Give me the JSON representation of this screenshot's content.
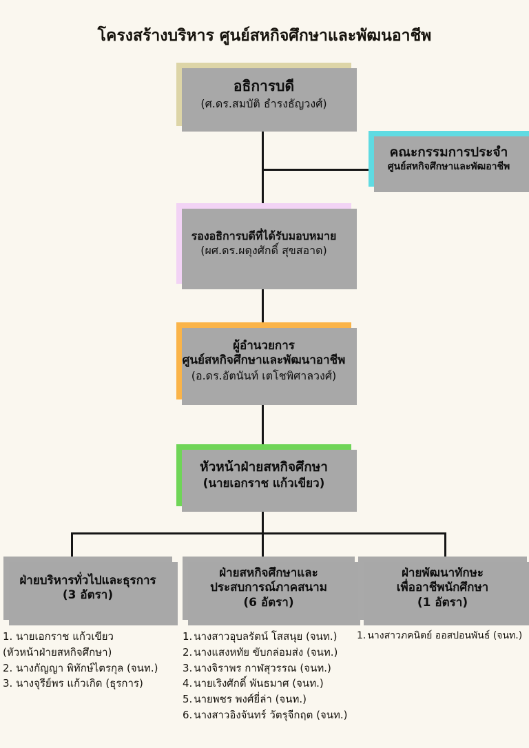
{
  "title": "โครงสร้างบริหาร  ศูนย์สหกิจศึกษาและพัฒนอาชีพ",
  "colors": {
    "background": "#faf7ef",
    "president": "#ddd5a7",
    "committee": "#5fdbe2",
    "vice_president": "#f2d3f5",
    "director": "#fab449",
    "head": "#6fd557",
    "department": "#a9a9a9",
    "shadow": "#a8a8a8",
    "connector": "#151515",
    "text": "#0d0d0d"
  },
  "nodes": {
    "president": {
      "title": "อธิการบดี",
      "person": "(ศ.ดร.สมบัติ  ธำรงธัญวงศ์)"
    },
    "committee": {
      "title": "คณะกรรมการประจำ",
      "subtitle": "ศูนย์สหกิจศึกษาและพัฒอาชีพ"
    },
    "vice_president": {
      "title": "รองอธิการบดีที่ได้รับมอบหมาย",
      "person": "(ผศ.ดร.ผดุงศักดิ์  สุขสอาด)"
    },
    "director": {
      "title": "ผู้อำนวยการ",
      "subtitle": "ศูนย์สหกิจศึกษาและพัฒนาอาชีพ",
      "person": "(อ.ดร.อัตนันท์  เตโชพิศาลวงศ์)"
    },
    "head": {
      "title": "หัวหน้าฝ่ายสหกิจศึกษา",
      "person": "(นายเอกราช  แก้วเขียว)"
    },
    "dept_admin": {
      "title": "ฝ่ายบริหารทั่วไปและธุรการ",
      "headcount": "(3 อัตรา)"
    },
    "dept_coop": {
      "title_line1": "ฝ่ายสหกิจศึกษาและ",
      "title_line2": "ประสบการณ์ภาคสนาม",
      "headcount": "(6 อัตรา)"
    },
    "dept_skill": {
      "title_line1": "ฝ่ายพัฒนาทักษะ",
      "title_line2": "เพื่ออาชีพนักศึกษา",
      "headcount": "(1 อัตรา)"
    }
  },
  "staff": {
    "admin": [
      "1. นายเอกราช  แก้วเขียว",
      "(หัวหน้าฝ่ายสหกิจศึกษา)",
      "2. นางกัญญา  พิทักษ์ไตรกุล (จนท.)",
      "3. นางจุรีย์พร  แก้วเกิด (ธุรการ)"
    ],
    "coop": [
      {
        "num": "1.",
        "name": "นางสาวอุบลรัตน์  โสสนุย (จนท.)"
      },
      {
        "num": "2.",
        "name": "นางแสงหทัย  ขับกล่อมส่ง (จนท.)"
      },
      {
        "num": "3.",
        "name": "นางจิราพร  กาฬสุวรรณ (จนท.)"
      },
      {
        "num": "4.",
        "name": "นายเริงศักดิ์  พันธมาศ (จนท.)"
      },
      {
        "num": "5.",
        "name": "นายพชร  พงศ์ยี่ล่า (จนท.)"
      },
      {
        "num": "6.",
        "name": "นางสาวอิงจันทร์ วัตรุจีกฤต (จนท.)"
      }
    ],
    "skill": [
      {
        "num": "1.",
        "name": "นางสาวภคนิตย์  ออสปอนพันธ์ (จนท.)"
      }
    ]
  }
}
